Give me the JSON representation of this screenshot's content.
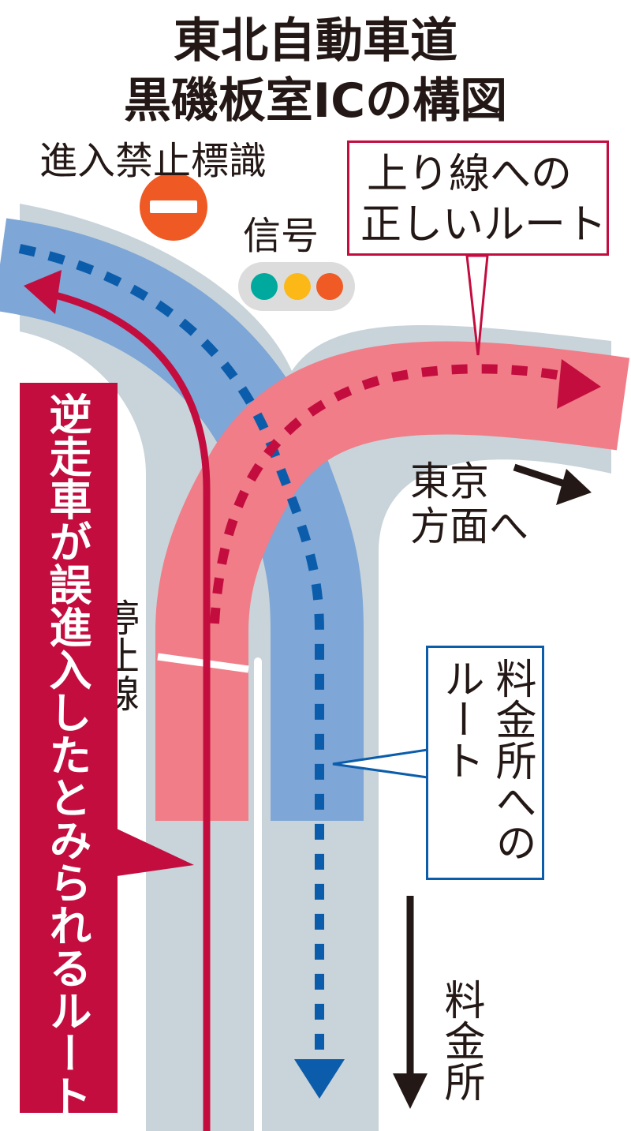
{
  "title": {
    "line1": "東北自動車道",
    "line2": "黒磯板室ICの構図"
  },
  "labels": {
    "no_entry_sign": "進入禁止標識",
    "signal": "信号",
    "correct_route": {
      "line1": "上り線への",
      "line2": "正しいルート"
    },
    "tokyo": {
      "line1": "東京",
      "line2": "方面へ"
    },
    "stop_line": "停止線",
    "tollgate_route": {
      "line1": "料金所への",
      "line2": "ルート"
    },
    "wrong_way_route": "逆走車が誤進入したとみられるルート",
    "tollgate": "料金所"
  },
  "colors": {
    "road": "#c8d4da",
    "blue_lane": "#7ea6d6",
    "pink_lane": "#f07d87",
    "wrong_way": "#c30d3f",
    "blue_dash": "#0b5dab",
    "sign": "#ef5a24",
    "signal_green": "#00a99d",
    "signal_yellow": "#fbb817",
    "signal_orange": "#f05a24"
  },
  "icons": [
    "no-entry-sign-icon",
    "traffic-signal-icon",
    "arrow-right-down-icon",
    "arrow-down-icon"
  ]
}
